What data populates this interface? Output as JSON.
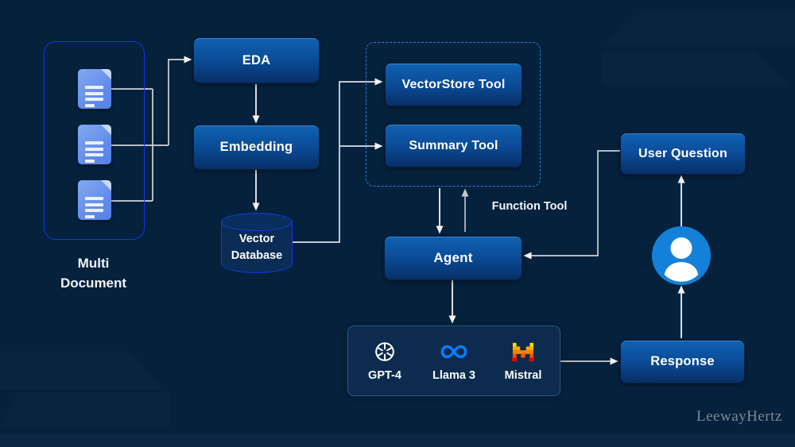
{
  "diagram": {
    "background": "#06213c",
    "watermark": "LeewayHertz",
    "multi_document": {
      "line1": "Multi",
      "line2": "Document"
    },
    "eda_label": "EDA",
    "embedding_label": "Embedding",
    "vector_db": {
      "line1": "Vector",
      "line2": "Database"
    },
    "tools": {
      "vectorstore": "VectorStore Tool",
      "summary": "Summary Tool"
    },
    "function_tool_label": "Function Tool",
    "agent_label": "Agent",
    "user_question_label": "User Question",
    "response_label": "Response",
    "llm": {
      "models": [
        {
          "name": "GPT-4",
          "icon": "openai-icon"
        },
        {
          "name": "Llama 3",
          "icon": "meta-icon"
        },
        {
          "name": "Mistral",
          "icon": "mistral-icon"
        }
      ]
    },
    "icons": [
      "document-icon",
      "database-cylinder",
      "user-avatar-icon"
    ],
    "colors": {
      "node_gradient_top": "#0f62b2",
      "node_gradient_bottom": "#073067",
      "container_border": "#1434e8",
      "dashed_border": "#2d7be4",
      "avatar_blue": "#1381d9",
      "meta_blue": "#0a7cff",
      "mistral_rows": [
        "#FFD800",
        "#FFAF00",
        "#FF8205",
        "#FA500F",
        "#E10500"
      ],
      "arrow_white": "#f2f4f6",
      "arrow_grey": "#bdc3c9"
    }
  }
}
